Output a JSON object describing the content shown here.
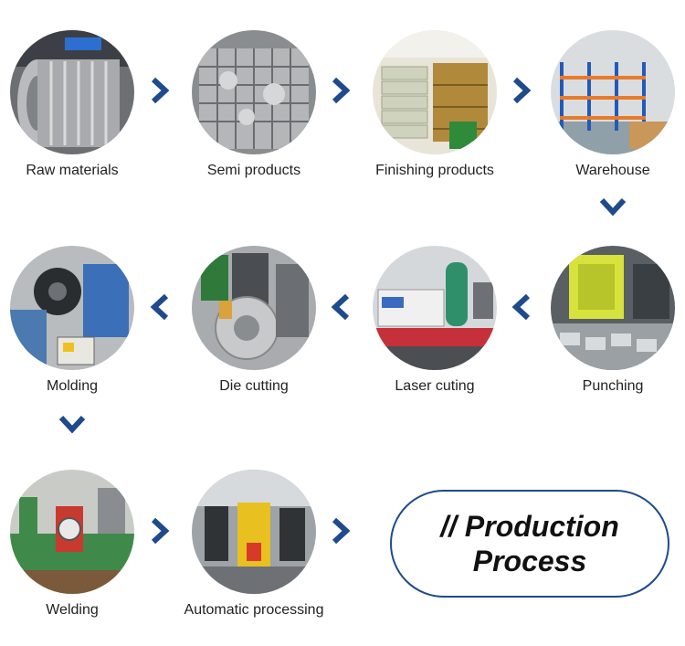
{
  "steps": [
    {
      "label": "Raw materials"
    },
    {
      "label": "Semi products"
    },
    {
      "label": "Finishing products"
    },
    {
      "label": "Warehouse"
    },
    {
      "label": "Punching"
    },
    {
      "label": "Laser cuting"
    },
    {
      "label": "Die cutting"
    },
    {
      "label": "Molding"
    },
    {
      "label": "Welding"
    },
    {
      "label": "Automatic processing"
    }
  ],
  "title": {
    "line1": "// Production",
    "line2": "Process"
  },
  "colors": {
    "arrow": "#1f4a8c",
    "border": "#1f4a8c"
  },
  "icons": {
    "arrow_right": "chevron-right-icon",
    "arrow_left": "chevron-left-icon",
    "arrow_down": "chevron-down-icon"
  }
}
